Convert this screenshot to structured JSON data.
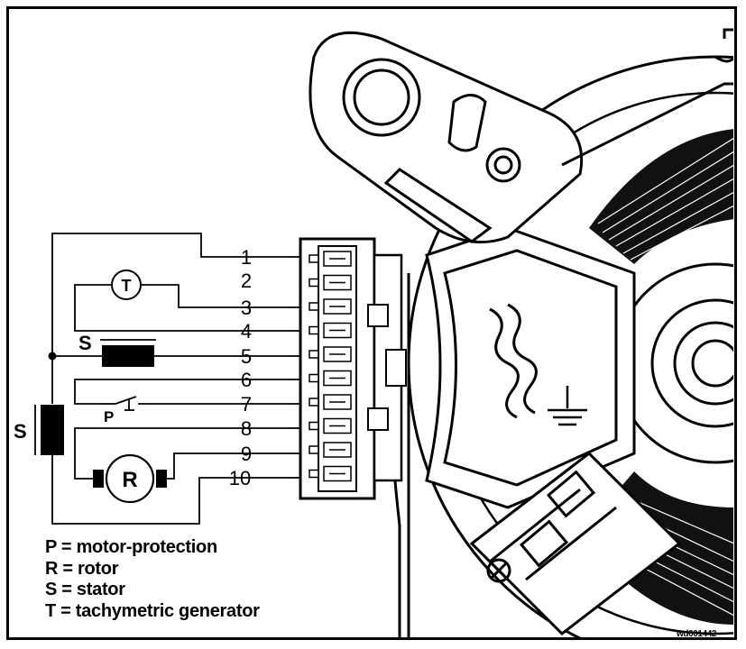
{
  "diagram": {
    "pins": [
      "1",
      "2",
      "3",
      "4",
      "5",
      "6",
      "7",
      "8",
      "9",
      "10"
    ],
    "symbols": {
      "tacho": "T",
      "rotor": "R",
      "stator_coil": "S",
      "stator_main": "S",
      "protection": "P"
    },
    "legend": [
      "P = motor-protection",
      "R = rotor",
      "S = stator",
      "T = tachymetric generator"
    ],
    "drawing_id": "wd001442"
  }
}
